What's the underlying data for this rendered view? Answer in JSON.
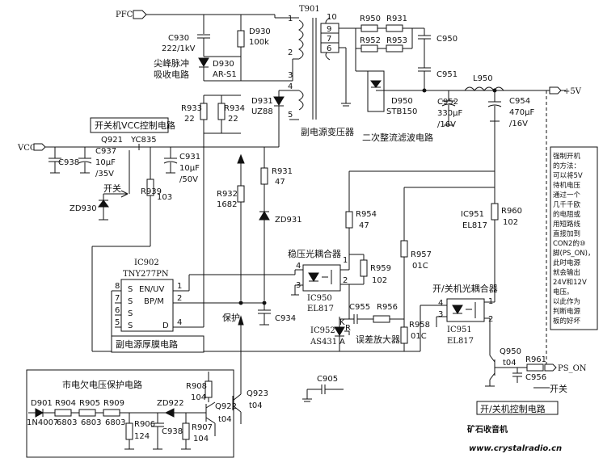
{
  "nets": {
    "pfc": "PFC",
    "vcc": "VCC",
    "plus5v": "+5V",
    "ps_on": "PS_ON"
  },
  "transformer": {
    "ref": "T901",
    "pins": [
      "1",
      "2",
      "3",
      "4",
      "5",
      "10",
      "9",
      "7",
      "6"
    ],
    "caption": "副电源变压器"
  },
  "components": {
    "c930": {
      "ref": "C930",
      "value": "222/1kV"
    },
    "d930": {
      "ref": "D930",
      "value": "100k"
    },
    "d930b": {
      "ref": "D930",
      "value": "AR-S1"
    },
    "snubber_caption_1": "尖峰脉冲",
    "snubber_caption_2": "吸收电路",
    "r933": {
      "ref": "R933",
      "value": "22"
    },
    "r934": {
      "ref": "R934",
      "value": "22"
    },
    "d931": {
      "ref": "D931",
      "value": "UZ88"
    },
    "r950": "R950",
    "r931b": "R931",
    "r952": "R952",
    "r953": "R953",
    "c950": "C950",
    "c951": "C951",
    "d950": {
      "ref": "D950",
      "value": "STB150"
    },
    "c952": {
      "ref": "C952",
      "value1": "330μF",
      "value2": "/16V"
    },
    "l950": "L950",
    "c954": {
      "ref": "C954",
      "value1": "470μF",
      "value2": "/16V"
    },
    "rect_caption": "二次整流滤波电路",
    "vcc_ctrl_caption": "开关机VCC控制电路",
    "q921": {
      "ref": "Q921",
      "value": "YC835"
    },
    "c938": "C938",
    "c937": {
      "ref": "C937",
      "value1": "10μF",
      "value2": "/35V"
    },
    "c931": {
      "ref": "C931",
      "value1": "10μF",
      "value2": "/50V"
    },
    "kg": "开关",
    "r939": {
      "ref": "R939",
      "value": "103"
    },
    "zd930": "ZD930",
    "r931": {
      "ref": "R931",
      "value": "47"
    },
    "zd931": "ZD931",
    "r932": {
      "ref": "R932",
      "value": "1682"
    },
    "r954": {
      "ref": "R954",
      "value": "47"
    },
    "r960": {
      "ref": "R960",
      "value": "102"
    },
    "ic951a": {
      "ref": "IC951",
      "value": "EL817"
    },
    "opto1_caption": "稳压光耦合器",
    "r959": {
      "ref": "R959",
      "value": "102"
    },
    "ic950": {
      "ref": "IC950",
      "value": "EL817"
    },
    "r957": {
      "ref": "R957",
      "value": "01C"
    },
    "opto2_caption": "开/关机光耦合器",
    "ic902": {
      "ref": "IC902",
      "value": "TNY277PN"
    },
    "pin_en": "EN/UV",
    "pin_bp": "BP/M",
    "pin_s": "S",
    "pin_d": "D",
    "baohu": "保护",
    "c934": "C934",
    "c955": "C955",
    "r956": "R956",
    "ic952": {
      "ref": "IC952",
      "value": "AS431"
    },
    "err_amp": "误差放大器",
    "r958": {
      "ref": "R958",
      "value": "01C"
    },
    "ic951": {
      "ref": "IC951",
      "value": "EL817"
    },
    "thick_film_caption": "副电源厚膜电路",
    "q950": {
      "ref": "Q950",
      "value": "t04"
    },
    "r961": "R961",
    "c956": "C956",
    "uv_caption": "市电欠电压保护电路",
    "r908": {
      "ref": "R908",
      "value": "104"
    },
    "q923": {
      "ref": "Q923",
      "value": "t04"
    },
    "c905": "C905",
    "d901": {
      "ref": "D901",
      "value": "1N4007"
    },
    "r904": {
      "ref": "R904",
      "value": "6803"
    },
    "r905": {
      "ref": "R905",
      "value": "6803"
    },
    "r909": {
      "ref": "R909",
      "value": "6803"
    },
    "zd922": "ZD922",
    "q922": {
      "ref": "Q922",
      "value": "t04"
    },
    "r906": {
      "ref": "R906",
      "value": "124"
    },
    "c938b": "C938",
    "r907": {
      "ref": "R907",
      "value": "104"
    },
    "psctrl_caption": "开/关机控制电路",
    "kg2": "开关"
  },
  "pin_numbers": {
    "op1": [
      "4",
      "3",
      "1",
      "2"
    ],
    "op2": [
      "4",
      "3",
      "1",
      "2"
    ],
    "ic902": [
      "8",
      "7",
      "6",
      "5",
      "1",
      "2",
      "4"
    ],
    "ic952": [
      "K",
      "R",
      "A"
    ]
  },
  "side_note": [
    "强制开机",
    "的方法：",
    "可以将5V",
    "待机电压",
    "通过一个",
    "几千千欧",
    "的电阻或",
    "用短路线",
    "直接加到",
    "CON2的⑩",
    "脚(PS_ON)，",
    "此时电源",
    "就会输出",
    "24V和12V",
    "电压。",
    "以此作为",
    "判断电源",
    "板的好坏"
  ],
  "watermark": {
    "logo": "矿石收音机",
    "url": "www.crystalradio.cn"
  }
}
